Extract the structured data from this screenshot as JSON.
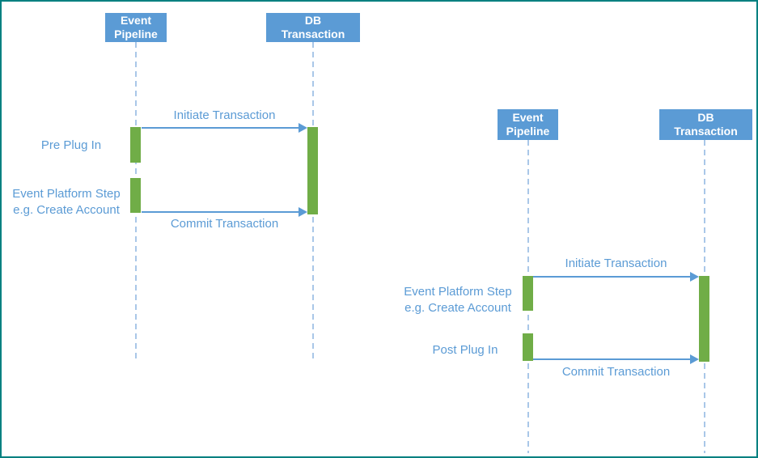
{
  "colors": {
    "actor_fill": "#5B9BD5",
    "actor_text": "#FFFFFF",
    "label_text": "#5B9BD5",
    "arrow": "#5B9BD5",
    "lifeline_dash": "#A9C7E8",
    "activation_bar": "#70AD47",
    "canvas_border": "#008080",
    "background": "#FFFFFF"
  },
  "diagrams": [
    {
      "actors": [
        {
          "label": "Event Pipeline",
          "lines": [
            "Event",
            "Pipeline"
          ]
        },
        {
          "label": "DB Transaction",
          "lines": [
            "DB",
            "Transaction"
          ]
        }
      ],
      "messages": [
        {
          "label": "Initiate Transaction"
        },
        {
          "label": "Commit Transaction"
        }
      ],
      "activities": [
        {
          "label": "Pre Plug In",
          "lines": [
            "Pre Plug In"
          ]
        },
        {
          "label": "Event Platform Step e.g. Create Account",
          "lines": [
            "Event Platform Step",
            "e.g. Create Account"
          ]
        }
      ]
    },
    {
      "actors": [
        {
          "label": "Event Pipeline",
          "lines": [
            "Event",
            "Pipeline"
          ]
        },
        {
          "label": "DB Transaction",
          "lines": [
            "DB",
            "Transaction"
          ]
        }
      ],
      "messages": [
        {
          "label": "Initiate Transaction"
        },
        {
          "label": "Commit Transaction"
        }
      ],
      "activities": [
        {
          "label": "Event Platform Step e.g. Create Account",
          "lines": [
            "Event Platform Step",
            "e.g. Create Account"
          ]
        },
        {
          "label": "Post Plug In",
          "lines": [
            "Post Plug In"
          ]
        }
      ]
    }
  ]
}
